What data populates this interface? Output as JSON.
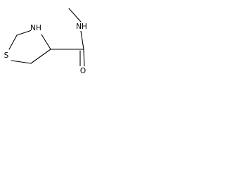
{
  "molecule": {
    "atoms": {
      "nh_amide": "NH",
      "nh_ring": "NH",
      "o": "O",
      "s": "S"
    }
  }
}
